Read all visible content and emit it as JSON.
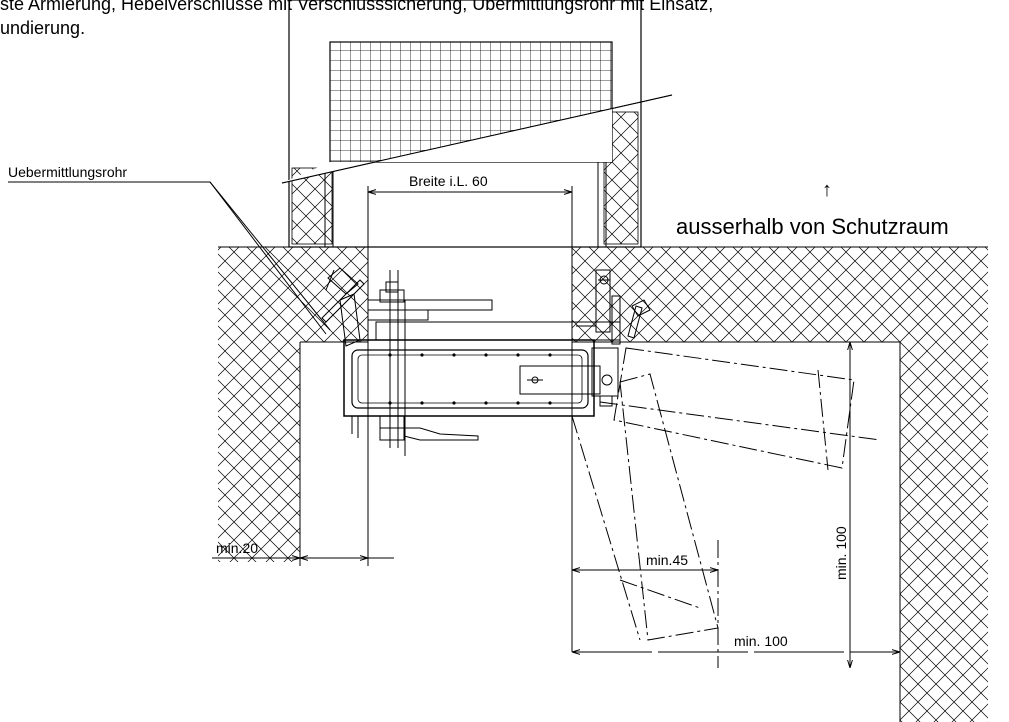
{
  "caption": {
    "line1": "ste Armierung, Hebelverschlüsse mit Verschlusssicherung, Übermittlungsrohr mit Einsatz,",
    "line2": "undierung."
  },
  "labels": {
    "pipe": "Uebermittlungsrohr",
    "width": "Breite i.L. 60",
    "outside": "ausserhalb von Schutzraum",
    "arrow": "↑",
    "min20": "min.20",
    "min45": "min.45",
    "min100_h": "min. 100",
    "min100_v": "min. 100"
  },
  "colors": {
    "line": "#000000",
    "background": "#ffffff"
  }
}
